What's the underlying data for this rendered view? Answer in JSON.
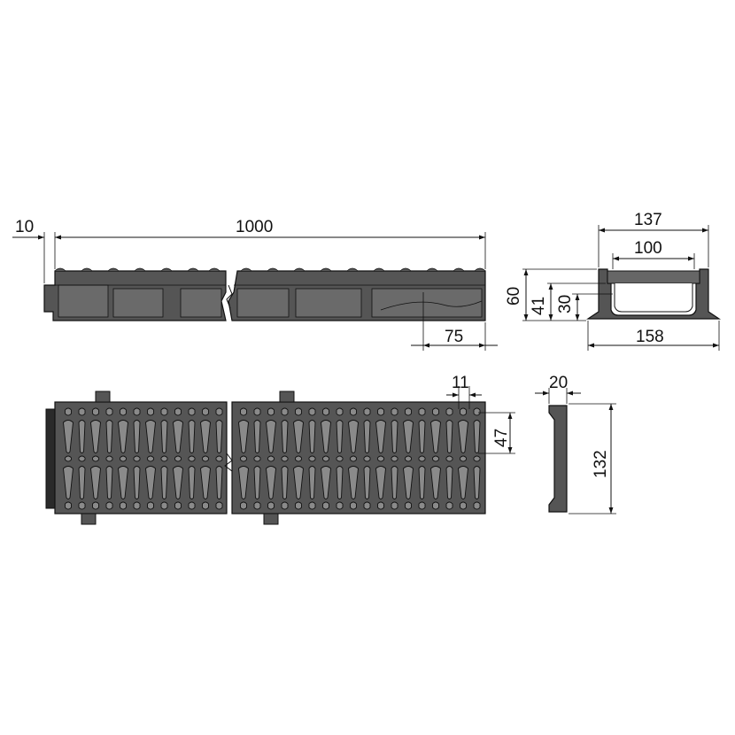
{
  "colors": {
    "background": "#ffffff",
    "part_fill": "#555555",
    "part_dark": "#2a2a2a",
    "slot_fill": "#8a8a8a",
    "line": "#111111"
  },
  "dimensions": {
    "flange_thickness": "10",
    "channel_length": "1000",
    "end_offset": "75",
    "overall_height": "60",
    "inner_height": "41",
    "water_depth": "30",
    "top_width": "137",
    "inner_width": "100",
    "base_width": "158",
    "slot_width": "11",
    "slot_length": "47",
    "grate_thickness": "20",
    "grate_width": "132"
  }
}
